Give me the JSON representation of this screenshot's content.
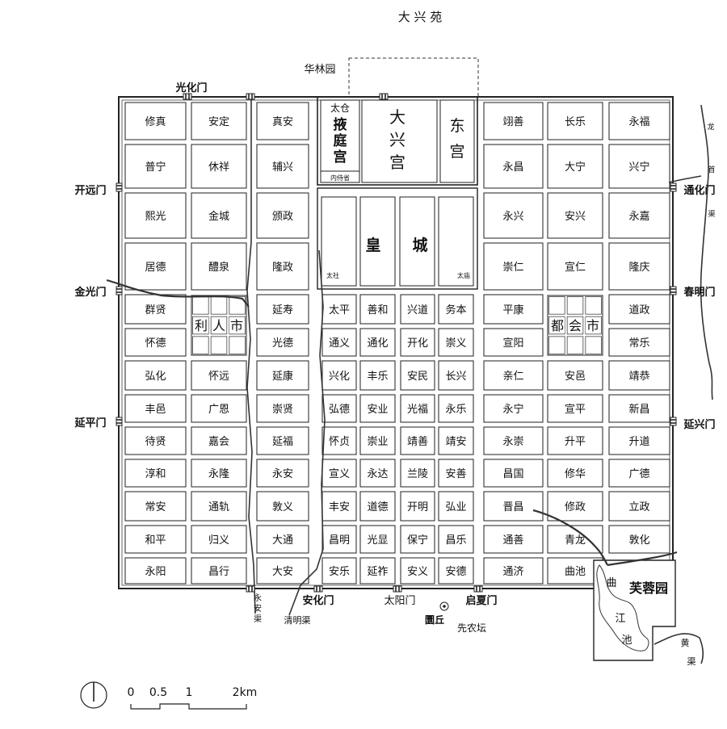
{
  "labels": {
    "daxingyuan": "大 兴 苑",
    "hualinyuan": "华林园",
    "taicang": "太仓",
    "yeting1": "掖",
    "yeting2": "庭",
    "yeting3": "宫",
    "neishisheng": "内侍省",
    "daxinggong1": "大",
    "daxinggong2": "兴",
    "daxinggong3": "宫",
    "donggong1": "东",
    "donggong2": "宫",
    "huang": "皇",
    "cheng": "城",
    "taishe": "太社",
    "taimiao": "太庙",
    "furongyuan": "芙蓉园",
    "qujiang1": "曲",
    "qujiang2": "江",
    "qujiang3": "池",
    "yongan_qu1": "永",
    "yongan_qu2": "安",
    "yongan_qu3": "渠",
    "qingming_qu": "清明渠",
    "longshou_qu1": "龙",
    "longshou_qu2": "首",
    "longshou_qu3": "渠",
    "huang_qu1": "黄",
    "huang_qu2": "渠",
    "yuanqiu": "圜丘",
    "xiannongtan": "先农坛",
    "scale_ticks": [
      "0",
      "0.5",
      "1",
      "2km"
    ]
  },
  "markets": {
    "west": [
      "利",
      "人",
      "市"
    ],
    "east": [
      "都",
      "会",
      "市"
    ]
  },
  "gates": {
    "guanghua": "光化门",
    "kaiyuan": "开远门",
    "jinguang": "金光门",
    "yanping": "延平门",
    "tonghua": "通化门",
    "chunming": "春明门",
    "yanxing": "延兴门",
    "anhua": "安化门",
    "taiyang": "太阳门",
    "qixia": "启夏门"
  },
  "wards": {
    "w1": [
      "修真",
      "普宁",
      "熙光",
      "居德",
      "群贤",
      "怀德",
      "弘化",
      "丰邑",
      "待贤",
      "淳和",
      "常安",
      "和平",
      "永阳"
    ],
    "w2": [
      "安定",
      "休祥",
      "金城",
      "醴泉",
      "",
      "",
      "怀远",
      "广恩",
      "嘉会",
      "永隆",
      "通轨",
      "归义",
      "昌行"
    ],
    "w3": [
      "真安",
      "辅兴",
      "颁政",
      "隆政",
      "延寿",
      "光德",
      "延康",
      "崇贤",
      "延福",
      "永安",
      "敦义",
      "大通",
      "大安"
    ],
    "c1": [
      "太平",
      "通义",
      "兴化",
      "弘德",
      "怀贞",
      "宣义",
      "丰安",
      "昌明",
      "安乐"
    ],
    "c2": [
      "善和",
      "通化",
      "丰乐",
      "安业",
      "崇业",
      "永达",
      "道德",
      "光显",
      "延祚"
    ],
    "c3": [
      "兴道",
      "开化",
      "安民",
      "光福",
      "靖善",
      "兰陵",
      "开明",
      "保宁",
      "安义"
    ],
    "c4": [
      "务本",
      "崇义",
      "长兴",
      "永乐",
      "靖安",
      "安善",
      "弘业",
      "昌乐",
      "安德"
    ],
    "e1": [
      "翊善",
      "永昌",
      "永兴",
      "崇仁",
      "平康",
      "宣阳",
      "亲仁",
      "永宁",
      "永崇",
      "昌国",
      "晋昌",
      "通善",
      "通济"
    ],
    "e2": [
      "长乐",
      "大宁",
      "安兴",
      "宣仁",
      "",
      "",
      "安邑",
      "宣平",
      "升平",
      "修华",
      "修政",
      "青龙",
      "曲池"
    ],
    "e3": [
      "永福",
      "兴宁",
      "永嘉",
      "隆庆",
      "道政",
      "常乐",
      "靖恭",
      "新昌",
      "升道",
      "广德",
      "立政",
      "敦化"
    ]
  }
}
